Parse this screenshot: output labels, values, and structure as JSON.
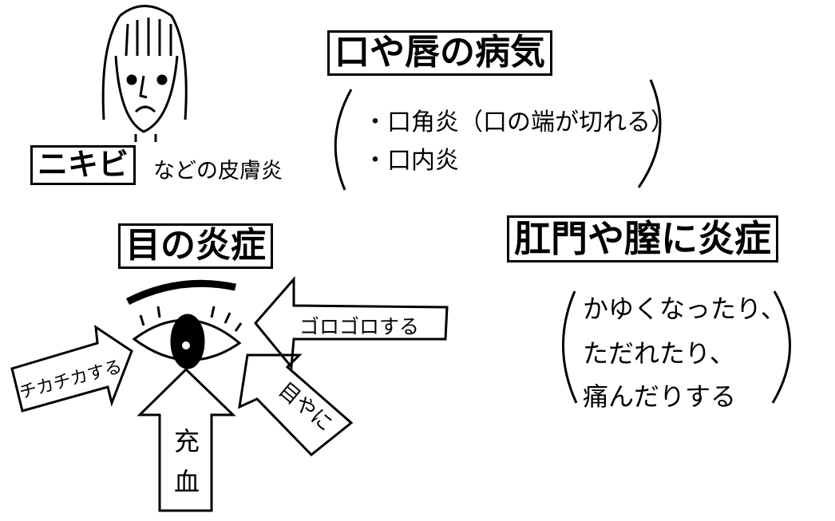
{
  "skin": {
    "title": "ニキビ",
    "suffix": "などの皮膚炎"
  },
  "mouth": {
    "title": "口や唇の病気",
    "items": [
      "・口角炎（口の端が切れる）",
      "・口内炎"
    ]
  },
  "eye": {
    "title": "目の炎症",
    "arrows": {
      "gorogoro": "ゴロゴロする",
      "chikachika": "チカチカする",
      "meyani": "目やに",
      "juketsu": "充血"
    }
  },
  "anal": {
    "title": "肛門や膣に炎症",
    "lines": [
      "かゆくなったり、",
      "ただれたり、",
      "痛んだりする"
    ]
  }
}
